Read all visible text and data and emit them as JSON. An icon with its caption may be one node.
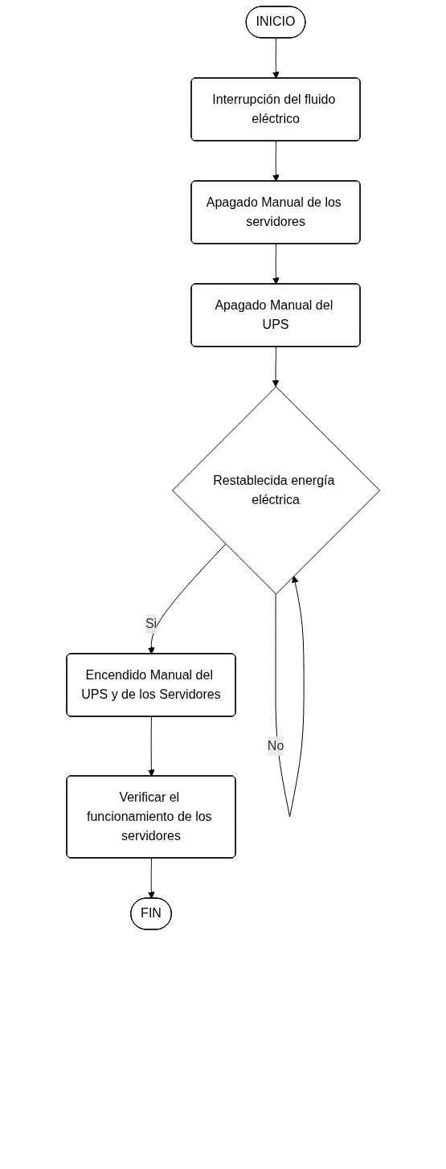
{
  "diagram": {
    "nodes": [
      {
        "text": [
          "INICIO"
        ]
      },
      {
        "text": [
          "Interrupción del fluido eléctrico"
        ]
      },
      {
        "text": [
          "Apagado Manual de los servidores"
        ]
      },
      {
        "text": [
          "Apagado Manual del UPS"
        ]
      },
      {
        "text": [
          "Restablecida energía eléctrica"
        ]
      },
      {
        "text": [
          "Encendido Manual del UPS y de los Servidores"
        ]
      },
      {
        "text": [
          "Verificar el funcionamiento de los servidores"
        ]
      },
      {
        "text": [
          "FIN"
        ]
      }
    ],
    "edges": [
      {
        "from": 0,
        "to": 1,
        "arrow": "to"
      },
      {
        "from": 1,
        "to": 2,
        "arrow": "to"
      },
      {
        "from": 2,
        "to": 3,
        "arrow": "to"
      },
      {
        "from": 3,
        "to": 4,
        "arrow": "to"
      },
      {
        "from": 4,
        "to": 4,
        "label": "No",
        "arrow": "to"
      },
      {
        "from": 4,
        "to": 5,
        "label": "Si",
        "arrow": "to"
      },
      {
        "from": 5,
        "to": 6,
        "arrow": "to"
      },
      {
        "from": 6,
        "to": 7,
        "arrow": "to"
      }
    ]
  }
}
